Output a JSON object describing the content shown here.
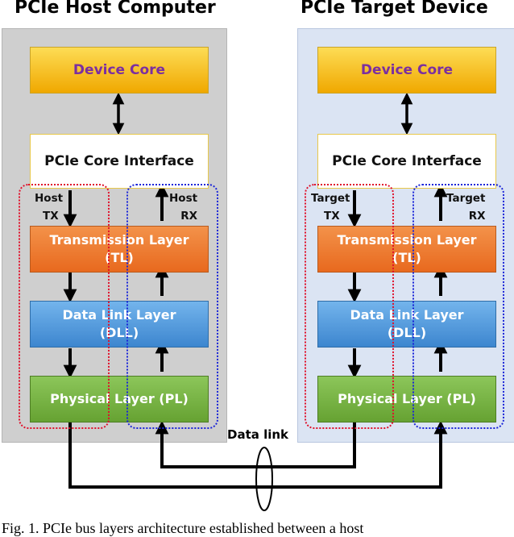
{
  "host": {
    "title": "PCIe Host Computer",
    "core": "Device Core",
    "interface": "PCIe Core Interface",
    "tx_label": [
      "Host",
      "TX"
    ],
    "rx_label": [
      "Host",
      "RX"
    ],
    "tl": [
      "Transmission Layer",
      "(TL)"
    ],
    "dll": [
      "Data Link Layer",
      "(DLL)"
    ],
    "pl": "Physical Layer (PL)",
    "bg_color": "#cfcfcf"
  },
  "target": {
    "title": "PCIe Target Device",
    "core": "Device Core",
    "interface": "PCIe Core Interface",
    "tx_label": [
      "Target",
      "TX"
    ],
    "rx_label": [
      "Target",
      "RX"
    ],
    "tl": [
      "Transmission Layer",
      "(TL)"
    ],
    "dll": [
      "Data Link Layer",
      "(DLL)"
    ],
    "pl": "Physical Layer (PL)",
    "bg_color": "#dbe4f3"
  },
  "data_link_label": "Data link",
  "caption": "Fig. 1. PCIe bus layers architecture established between a host",
  "colors": {
    "tx_region": "#e0102a",
    "rx_region": "#1a24d8"
  }
}
